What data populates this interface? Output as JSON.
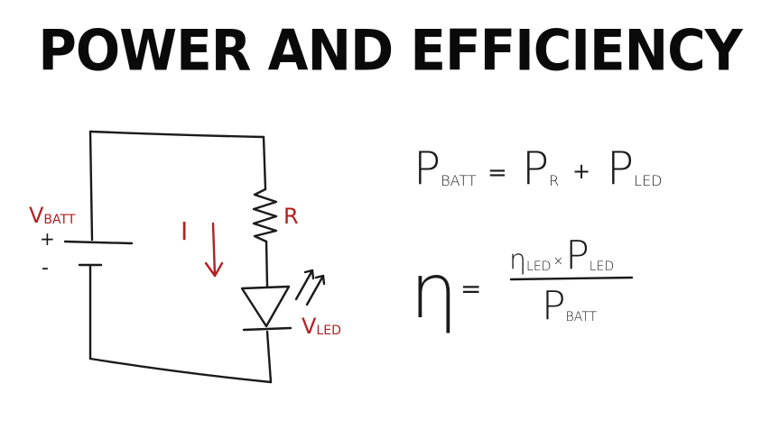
{
  "title": "POWER AND EFFICIENCY",
  "circuit": {
    "battery_label_main": "V",
    "battery_label_sub": "BATT",
    "battery_plus": "+",
    "battery_minus": "-",
    "current_label": "I",
    "resistor_label": "R",
    "led_label_main": "V",
    "led_label_sub": "LED"
  },
  "equation1": {
    "lhs_main": "P",
    "lhs_sub": "BATT",
    "equals": "=",
    "term1_main": "P",
    "term1_sub": "R",
    "plus": "+",
    "term2_main": "P",
    "term2_sub": "LED"
  },
  "equation2": {
    "lhs": "η",
    "equals": "=",
    "num_eta_main": "η",
    "num_eta_sub": "LED",
    "times": "×",
    "num_p_main": "P",
    "num_p_sub": "LED",
    "den_main": "P",
    "den_sub": "BATT"
  },
  "colors": {
    "ink": "#1a1a1a",
    "accent": "#b32020",
    "background": "#ffffff"
  }
}
